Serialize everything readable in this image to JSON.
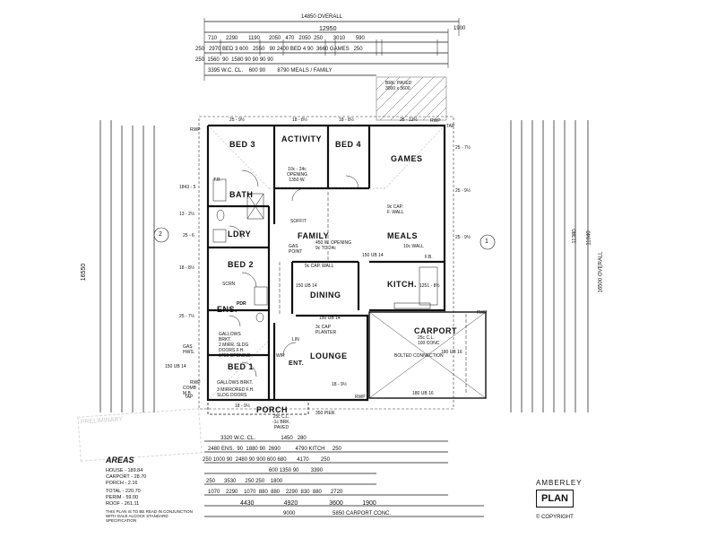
{
  "document": {
    "overall_width": "14850 OVERALL",
    "overall_depth": "16500 OVERALL",
    "left_depth": "16550",
    "total_width": "12950",
    "right_dim_a": "11380",
    "right_dim_b": "11040",
    "top_dims_row1": [
      "710",
      "2290",
      "1190",
      "2050",
      "470",
      "2050",
      "250",
      "3010",
      "590"
    ],
    "top_dims_row2": [
      "250",
      "2970 BED 3",
      "600",
      "2550",
      "90",
      "2400 BED 4",
      "90",
      "3660 GAMES",
      "250"
    ],
    "top_dims_row3": [
      "250",
      "1560",
      "90",
      "1580",
      "90",
      "90",
      "90",
      "90"
    ],
    "top_dims_row4": [
      "3395 W.C. CL.",
      "600",
      "90",
      "8790 MEALS / FAMILY"
    ],
    "top_dims_side": "1900",
    "brick_paved": "BRK. PAVED\n3000 x 3600",
    "bottom_dims_row1": [
      "3320 W.C. CL.",
      "1450",
      "280"
    ],
    "bottom_dims_row2": [
      "2480 ENS.",
      "90",
      "1880",
      "90",
      "2690",
      "4790 KITCH",
      "250"
    ],
    "bottom_dims_row3": [
      "250",
      "1000",
      "90",
      "2480",
      "90",
      "900",
      "600",
      "680",
      "4170",
      "250"
    ],
    "bottom_dims_row4": [
      "600",
      "1350",
      "90",
      "3390"
    ],
    "bottom_dims_row5": [
      "250",
      "3530",
      "250",
      "250",
      "1800"
    ],
    "bottom_dims_row6": [
      "1070",
      "2290",
      "1070",
      "880",
      "880",
      "2290",
      "830",
      "880",
      "2720"
    ],
    "bottom_dims_row7": [
      "4430",
      "4920",
      "3600",
      "1900"
    ],
    "bottom_dims_row8": [
      "9000",
      "5850 CARPORT CONC."
    ]
  },
  "rooms": {
    "bed3": "BED 3",
    "activity": "ACTIVITY",
    "bed4": "BED 4",
    "games": "GAMES",
    "bath": "BATH",
    "ldry": "LDRY",
    "family": "FAMILY",
    "meals": "MEALS",
    "bed2": "BED 2",
    "dining": "DINING",
    "kitch": "KITCH.",
    "ens": "ENS.",
    "carport": "CARPORT",
    "lounge": "LOUNGE",
    "bed1": "BED 1",
    "ent": "ENT.",
    "porch": "PORCH"
  },
  "labels": {
    "activity_opening": "10c - 24c\nOPENING\n1350 W.",
    "soffit": "SOFFIT",
    "opening_450": "450 W. OPENING\n9c TO 24c",
    "gas_point": "GAS\nPOINT",
    "cap_wall": "9c CAP. WALL",
    "cap_wall2": "9c CAP.\nF. WALL",
    "wall_10c": "10c WALL",
    "fb": "F.B.",
    "ub14_a": "150 UB 14",
    "ub14_b": "150 UB 14",
    "ub14_c": "150 UB 14",
    "ub14_d": "150 UB 14",
    "ub16": "180 UB 16",
    "ub16_b": "180 UB 16",
    "carport_sub": "25c C.L.\n100 CONC",
    "bolted": "BOLTED CONNECTION",
    "cap_planter": "3c CAP\nPLANTER",
    "gallows_a": "GALLOWS\nBRKT.",
    "mirr_doors": "2 MIRR. SLDG\nDOORS F.H.",
    "opening_1790": "1790 OPENING",
    "gallows_b": "GALLOWS BRKT.",
    "mirr_fh": "3 MIRRORED F.H.\nSLDG DOORS",
    "porch_sub": "25c C.L.\n-1c BRK.\nPAVED",
    "pier": "350 PIER.",
    "gas_hws": "GAS\nHWS.",
    "comb_mb": "COMB\nM.B.",
    "rwp": "RWP",
    "tap": "TAP",
    "tr": "T.R.",
    "scrn": "SCRN",
    "pdr": "PDR",
    "wir": "WIR",
    "lin": "LIN",
    "angle_a": "25 - 9½",
    "angle_b": "18 - 8½",
    "angle_c": "18 - 8½",
    "angle_d": "25 - 12½",
    "angle_e": "25 - 7½",
    "angle_f": "25 - 9½",
    "angle_g": "25 - 9½",
    "angle_h": "18 - 9½",
    "angle_i": "18 - 9½",
    "angle_j": "25 - 7½",
    "angle_k": "18 - 8½",
    "angle_l": "13 - 2½",
    "angle_m": "25 - 6",
    "angle_n": "1843 - 5",
    "angle_o": "1251 - 8½",
    "grid_1": "1",
    "grid_2": "2"
  },
  "areas": {
    "title": "AREAS",
    "rows": [
      {
        "k": "HOUSE",
        "v": "- 189.84"
      },
      {
        "k": "CARPORT",
        "v": "- 28.70"
      },
      {
        "k": "PORCH",
        "v": "- 2.16"
      },
      {
        "k": "TOTAL",
        "v": "- 220.70"
      },
      {
        "k": "PERIM",
        "v": "- 59.00"
      },
      {
        "k": "ROOF",
        "v": "- 261.11"
      }
    ],
    "note": "THIS PLAN IS TO BE READ IN CONJUNCTION WITH DALE ALCOCK STANDARD SPECIFICATION"
  },
  "title_block": {
    "name": "AMBERLEY",
    "plan": "PLAN",
    "copyright": "©  COPYRIGHT"
  },
  "stamp": "PRELIMINARY"
}
